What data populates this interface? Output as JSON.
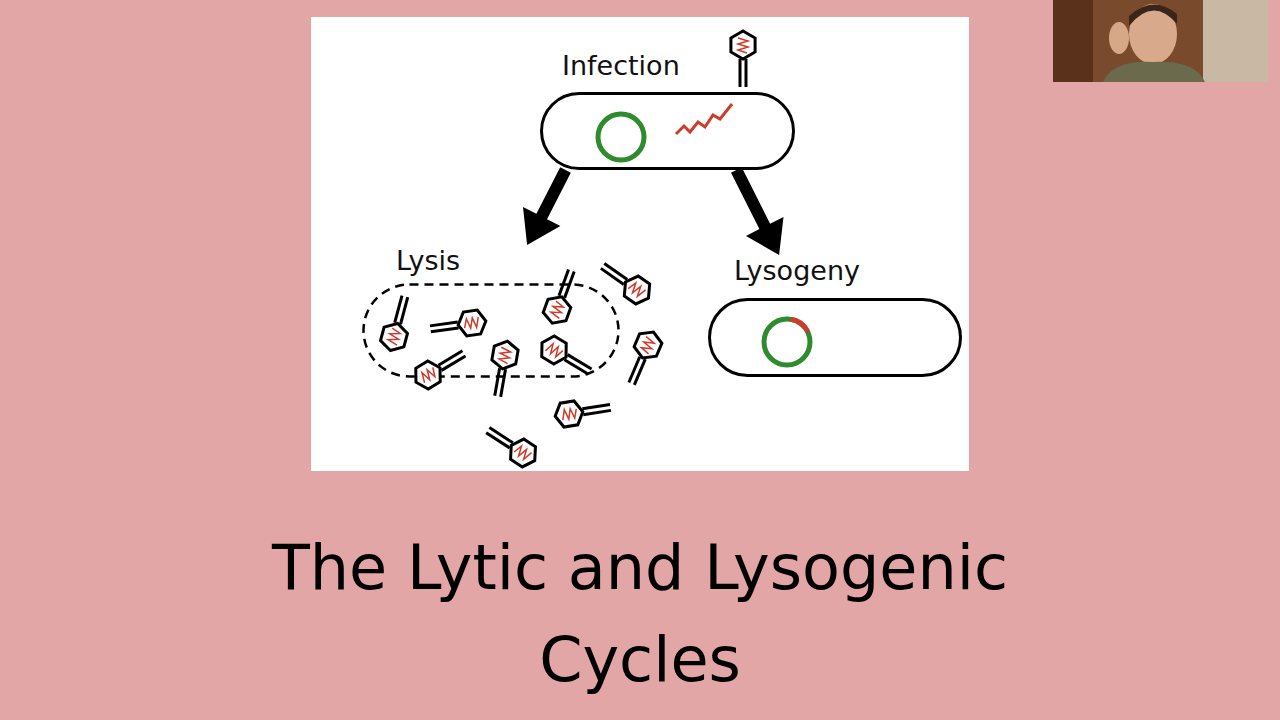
{
  "diagram": {
    "title": "The Lytic and Lysogenic Cycles",
    "nodes": [
      {
        "text": [
          "Infection"
        ]
      },
      {
        "text": [
          "Lysis"
        ]
      },
      {
        "text": [
          "Lysogeny"
        ]
      }
    ],
    "edges": [
      {
        "from": 0,
        "to": 1,
        "arrow": "to"
      },
      {
        "from": 0,
        "to": 2,
        "arrow": "to"
      }
    ]
  }
}
